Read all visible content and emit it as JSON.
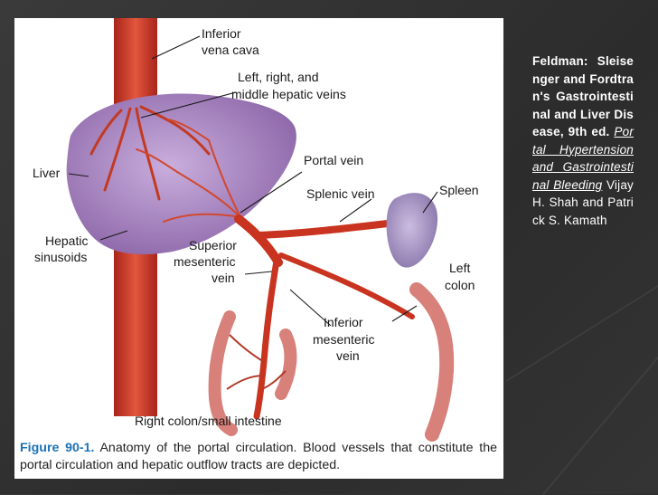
{
  "slide": {
    "citation": {
      "reference": "Feldman: Sleisenger and Fordtran's Gastrointestinal and Liver Disease, 9th ed.",
      "chapter_link": "Portal Hypertension and Gastrointestinal Bleeding",
      "authors": "Vijay H. Shah and Patrick S. Kamath"
    }
  },
  "figure": {
    "labels": {
      "ivc_1": "Inferior",
      "ivc_2": "vena cava",
      "hepatic_veins_1": "Left, right, and",
      "hepatic_veins_2": "middle hepatic veins",
      "liver": "Liver",
      "portal_vein": "Portal vein",
      "splenic_vein": "Splenic vein",
      "spleen": "Spleen",
      "hepatic_sinusoids_1": "Hepatic",
      "hepatic_sinusoids_2": "sinusoids",
      "smv_1": "Superior",
      "smv_2": "mesenteric",
      "smv_3": "vein",
      "left_colon_1": "Left",
      "left_colon_2": "colon",
      "imv_1": "Inferior",
      "imv_2": "mesenteric",
      "imv_3": "vein",
      "right_colon": "Right colon/small intestine"
    },
    "caption": {
      "number": "Figure 90-1.",
      "text": "Anatomy of the portal circulation. Blood vessels that constitute the portal circulation and hepatic outflow tracts are depicted."
    },
    "colors": {
      "liver": "#9b79b6",
      "vessel": "#c8341f",
      "spleen": "#9b8ab8",
      "intestine": "#d8807a"
    }
  }
}
